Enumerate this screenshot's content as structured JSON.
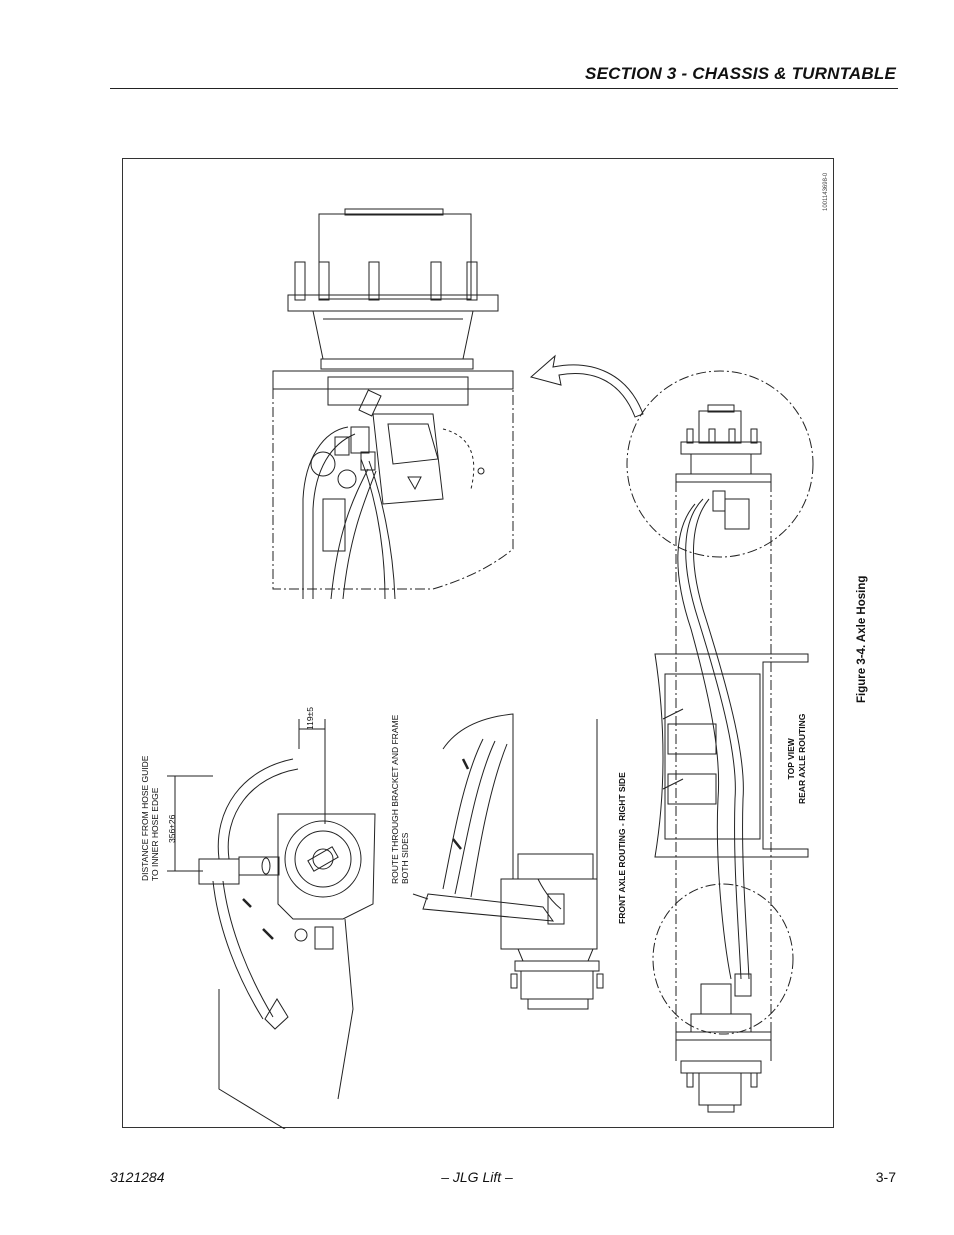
{
  "header": {
    "section_title": "SECTION 3 - CHASSIS & TURNTABLE"
  },
  "figure": {
    "drawing_id": "1001143698-0",
    "caption": "Figure 3-4.  Axle Hosing",
    "labels": {
      "hose_distance": "DISTANCE FROM HOSE GUIDE\nTO INNER HOSE EDGE",
      "dim_356": "356±26",
      "dim_119": "119±5",
      "route_note": "ROUTE THROUGH BRACKET AND FRAME\nBOTH SIDES",
      "front_routing": "FRONT AXLE ROUTING - RIGHT SIDE",
      "top_view": "TOP VIEW\nREAR AXLE ROUTING"
    }
  },
  "footer": {
    "doc_number": "3121284",
    "publisher": "– JLG Lift –",
    "page_number": "3-7"
  }
}
